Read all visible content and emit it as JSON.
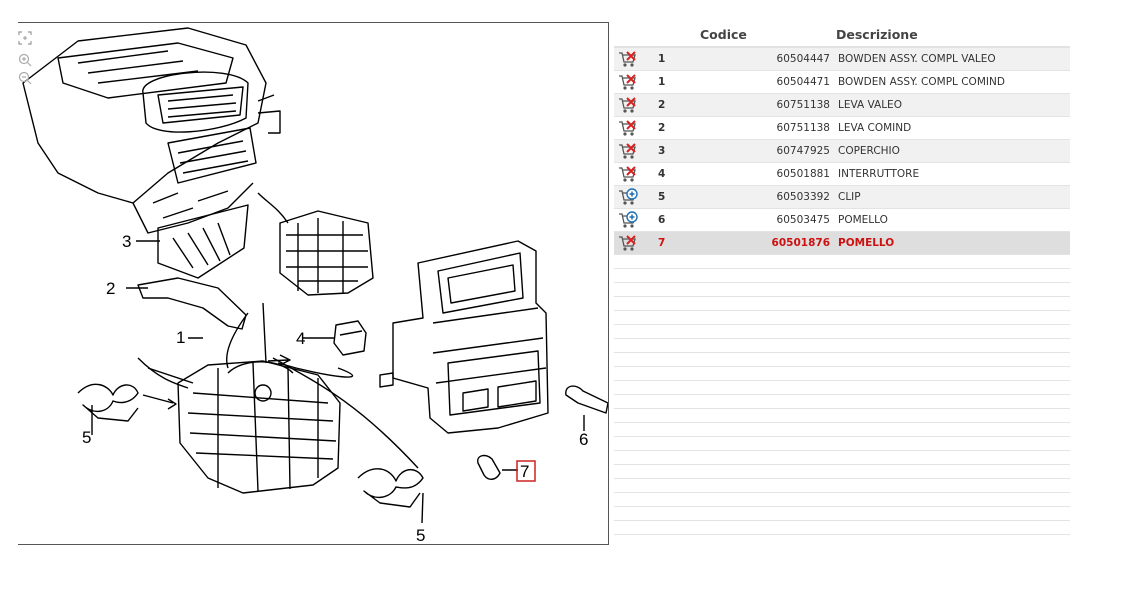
{
  "table": {
    "headers": {
      "code": "Codice",
      "description": "Descrizione"
    },
    "rows": [
      {
        "pos": "1",
        "code": "60504447",
        "description": "BOWDEN ASSY. COMPL VALEO",
        "icon": "cart-remove-icon"
      },
      {
        "pos": "1",
        "code": "60504471",
        "description": "BOWDEN ASSY. COMPL COMIND",
        "icon": "cart-remove-icon"
      },
      {
        "pos": "2",
        "code": "60751138",
        "description": "LEVA VALEO",
        "icon": "cart-remove-icon"
      },
      {
        "pos": "2",
        "code": "60751138",
        "description": "LEVA COMIND",
        "icon": "cart-remove-icon"
      },
      {
        "pos": "3",
        "code": "60747925",
        "description": "COPERCHIO",
        "icon": "cart-remove-icon"
      },
      {
        "pos": "4",
        "code": "60501881",
        "description": "INTERRUTTORE",
        "icon": "cart-remove-icon"
      },
      {
        "pos": "5",
        "code": "60503392",
        "description": "CLIP",
        "icon": "cart-add-icon"
      },
      {
        "pos": "6",
        "code": "60503475",
        "description": "POMELLO",
        "icon": "cart-add-icon"
      },
      {
        "pos": "7",
        "code": "60501876",
        "description": "POMELLO",
        "icon": "cart-remove-icon",
        "selected": true
      }
    ]
  },
  "diagram": {
    "callouts": {
      "c1": "1",
      "c2": "2",
      "c3": "3",
      "c4": "4",
      "c5a": "5",
      "c5b": "5",
      "c6": "6",
      "c7": "7"
    },
    "highlight_color": "#cc2222",
    "tools": [
      "fit-icon",
      "zoom-in-icon",
      "zoom-out-icon"
    ]
  },
  "colors": {
    "selected_text": "#cc1111",
    "cart_red": "#d62222",
    "cart_blue": "#1f6fb5"
  }
}
